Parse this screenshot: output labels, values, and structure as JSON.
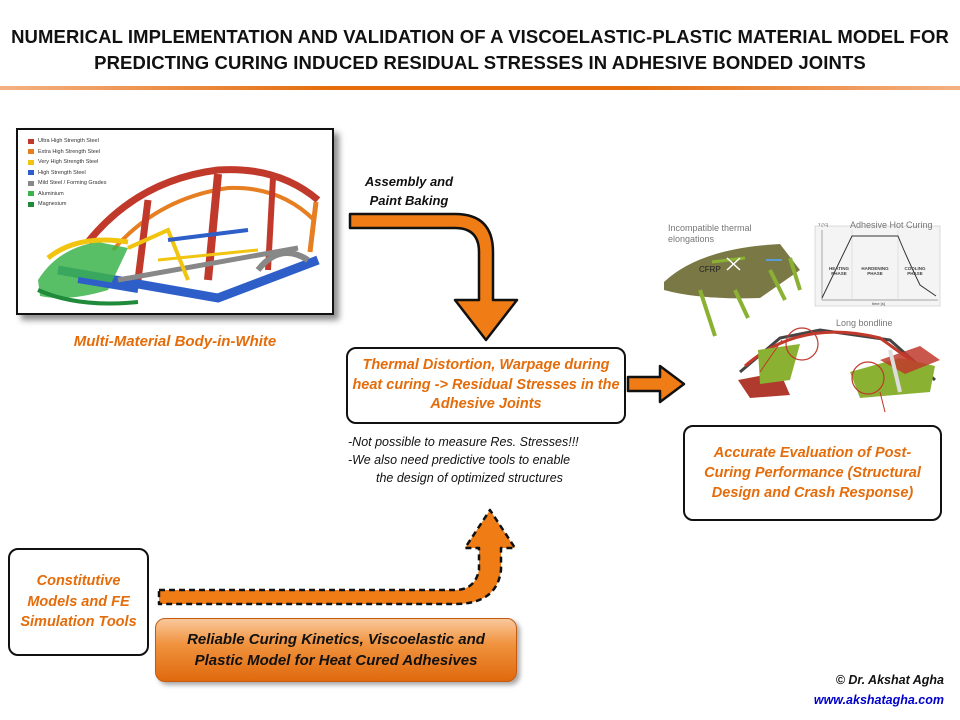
{
  "header": {
    "title_line1": "NUMERICAL IMPLEMENTATION AND VALIDATION OF A VISCOELASTIC-PLASTIC MATERIAL MODEL FOR",
    "title_line2": "PREDICTING CURING INDUCED RESIDUAL STRESSES IN ADHESIVE BONDED JOINTS"
  },
  "car_image": {
    "legend": [
      {
        "label": "Ultra High Strength Steel",
        "color": "#c0392b"
      },
      {
        "label": "Extra High Strength Steel",
        "color": "#e67e22"
      },
      {
        "label": "Very High Strength Steel",
        "color": "#f1c40f"
      },
      {
        "label": "High Strength Steel",
        "color": "#2e5fc9"
      },
      {
        "label": "Mild Steel / Forming Grades",
        "color": "#888888"
      },
      {
        "label": "Aluminium",
        "color": "#3cb44b"
      },
      {
        "label": "Magnesium",
        "color": "#1f8a3a"
      }
    ],
    "caption": "Multi-Material Body-in-White"
  },
  "flow": {
    "assembly_line1": "Assembly and",
    "assembly_line2": "Paint Baking",
    "distortion": "Thermal Distortion, Warpage during heat curing -> Residual Stresses in the Adhesive Joints",
    "notes_line1": "-Not possible to measure Res. Stresses!!!",
    "notes_line2": "-We also need predictive tools to enable",
    "notes_line3": "the design of optimized structures",
    "performance": "Accurate Evaluation of Post-Curing Performance (Structural Design and Crash Response)",
    "models": "Constitutive Models and FE Simulation Tools",
    "kinetics": "Reliable Curing Kinetics, Viscoelastic and Plastic Model for Heat Cured Adhesives"
  },
  "simulation": {
    "elongation_label_line1": "Incompatible thermal",
    "elongation_label_line2": "elongations",
    "cfrp_label": "CFRP",
    "curing_title": "Adhesive Hot Curing",
    "phases": [
      "HEATING PHASE",
      "HARDENING PHASE",
      "COOLING PHASE"
    ],
    "y_axis_label": "T [°C]",
    "x_axis_label": "time [s]",
    "bondline_label": "Long bondline"
  },
  "footer": {
    "copyright": "© Dr. Akshat Agha",
    "website": "www.akshatagha.com"
  }
}
